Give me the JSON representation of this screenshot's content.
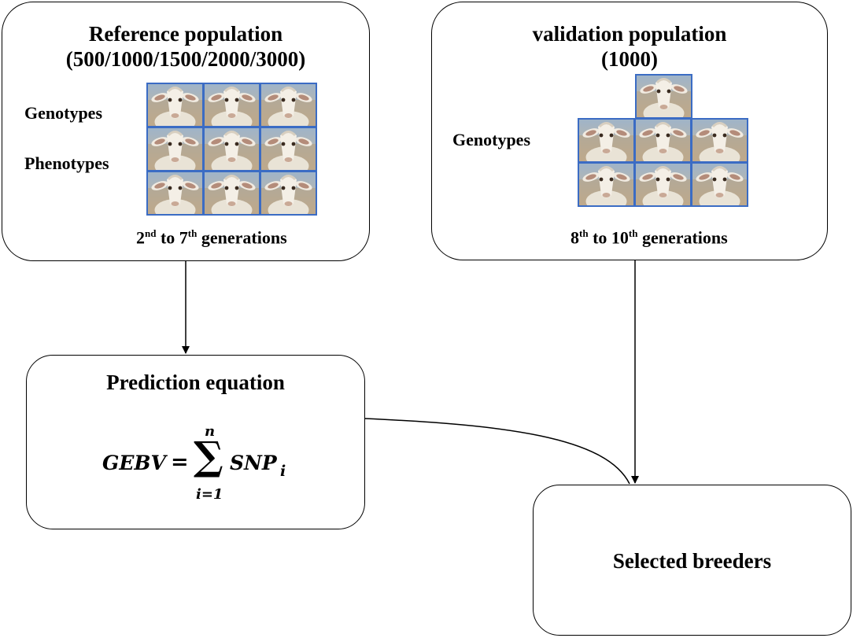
{
  "reference": {
    "title_line1": "Reference population",
    "title_line2": "(500/1000/1500/2000/3000)",
    "label_genotypes": "Genotypes",
    "label_phenotypes": "Phenotypes",
    "gen_prefix": "2",
    "gen_sup1": "nd",
    "gen_mid": " to 7",
    "gen_sup2": "th",
    "gen_suffix": " generations"
  },
  "validation": {
    "title_line1": "validation population",
    "title_line2": "(1000)",
    "label_genotypes": "Genotypes",
    "gen_prefix": "8",
    "gen_sup1": "th",
    "gen_mid": " to 10",
    "gen_sup2": "th",
    "gen_suffix": " generations"
  },
  "prediction": {
    "title": "Prediction equation",
    "lhs": "GEBV",
    "equals": "=",
    "sum_symbol": "∑",
    "upper": "n",
    "lower": "i=1",
    "term": "SNP",
    "term_sub": "i"
  },
  "selected": {
    "title": "Selected breeders"
  },
  "colors": {
    "photo_border": "#3b6cc4",
    "line": "#000000"
  },
  "icons": {
    "goat_photo": "goat-photo-icon"
  }
}
